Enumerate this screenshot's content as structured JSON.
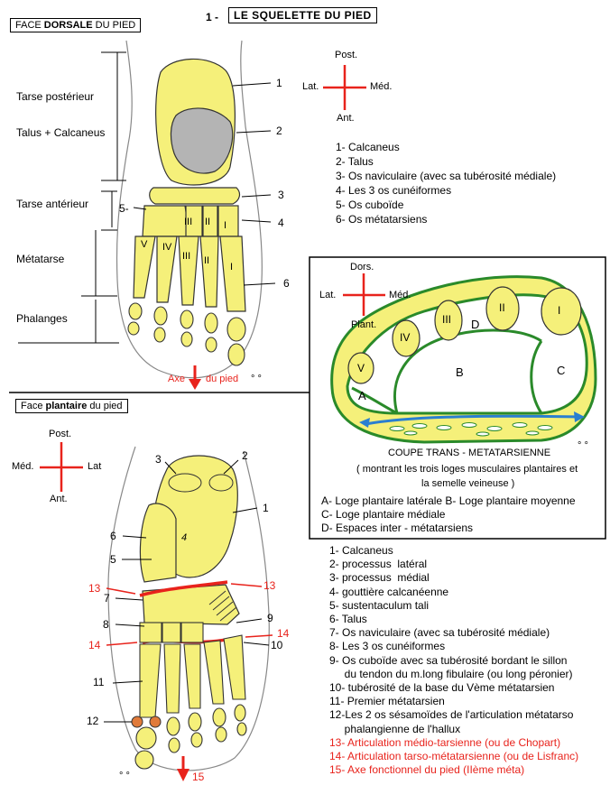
{
  "header": {
    "section_number": "1 -",
    "title": "LE SQUELETTE DU PIED"
  },
  "dorsal": {
    "label_prefix": "FACE ",
    "label_bold": "DORSALE",
    "label_suffix": " DU PIED",
    "regions": {
      "tarse_posterieur": "Tarse postérieur",
      "talus_calcaneus": "Talus + Calcaneus",
      "tarse_anterieur": "Tarse antérieur",
      "metatarse": "Métatarse",
      "phalanges": "Phalanges"
    },
    "numbers": [
      "1",
      "2",
      "3",
      "4",
      "5-",
      "6"
    ],
    "roman": [
      "V",
      "IV",
      "III",
      "II",
      "I",
      "III",
      "II",
      "I"
    ],
    "axis_left": "Axe",
    "axis_right": "du pied",
    "compass": {
      "top": "Post.",
      "left": "Lat.",
      "right": "Méd.",
      "bottom": "Ant."
    },
    "legend": [
      "1- Calcaneus",
      "2- Talus",
      "3- Os naviculaire (avec sa tubérosité médiale)",
      "4- Les 3 os cunéiformes",
      "5- Os cuboïde",
      "6- Os métatarsiens"
    ]
  },
  "section": {
    "compass": {
      "top": "Dors.",
      "left": "Lat.",
      "right": "Méd.",
      "bottom": "Plant."
    },
    "roman": [
      "I",
      "II",
      "III",
      "IV",
      "V"
    ],
    "letters": [
      "D",
      "B",
      "C",
      "A"
    ],
    "caption": "COUPE TRANS - METATARSIENNE",
    "caption_sub1": "( montrant les trois loges musculaires plantaires et",
    "caption_sub2": "la semelle veineuse )",
    "legend": [
      "A- Loge plantaire latérale  B- Loge plantaire moyenne",
      "C- Loge plantaire médiale",
      "D- Espaces inter - métatarsiens"
    ]
  },
  "plantar": {
    "label_prefix": "Face ",
    "label_bold": "plantaire",
    "label_suffix": " du pied",
    "compass": {
      "top": "Post.",
      "left": "Méd.",
      "right": "Lat",
      "bottom": "Ant."
    },
    "numbers": [
      "3",
      "2",
      "1",
      "6",
      "5",
      "4",
      "13",
      "13",
      "7",
      "9",
      "8",
      "14",
      "14",
      "10",
      "11",
      "12",
      "15"
    ],
    "legend": [
      {
        "text": "1- Calcaneus",
        "color": "#000000"
      },
      {
        "text": "2- processus  latéral",
        "color": "#000000"
      },
      {
        "text": "3- processus  médial",
        "color": "#000000"
      },
      {
        "text": "4- gouttière calcanéenne",
        "color": "#000000"
      },
      {
        "text": "5- sustentaculum tali",
        "color": "#000000"
      },
      {
        "text": "6- Talus",
        "color": "#000000"
      },
      {
        "text": "7- Os naviculaire (avec sa tubérosité médiale)",
        "color": "#000000"
      },
      {
        "text": "8- Les 3 os cunéiformes",
        "color": "#000000"
      },
      {
        "text": "9- Os cuboïde avec sa tubérosité bordant le sillon",
        "color": "#000000"
      },
      {
        "text": "     du tendon du m.long fibulaire (ou long péronier)",
        "color": "#000000"
      },
      {
        "text": "10- tubérosité de la base du Vème métatarsien",
        "color": "#000000"
      },
      {
        "text": "11- Premier métatarsien",
        "color": "#000000"
      },
      {
        "text": "12-Les 2 os sésamoïdes de l'articulation métatarso",
        "color": "#000000"
      },
      {
        "text": "     phalangienne de l'hallux",
        "color": "#000000"
      },
      {
        "text": "13- Articulation médio-tarsienne (ou de Chopart)",
        "color": "#e8231c"
      },
      {
        "text": "14- Articulation tarso-métatarsienne (ou de Lisfranc)",
        "color": "#e8231c"
      },
      {
        "text": "15- Axe fonctionnel du pied (IIème méta)",
        "color": "#e8231c"
      }
    ]
  },
  "colors": {
    "bone": "#f5f07a",
    "bone_stroke": "#333333",
    "talus_grey": "#b4b4b4",
    "accent_red": "#e8231c",
    "section_green": "#2a8a2a",
    "vein_blue": "#2a7fd0",
    "sesamoid_orange": "#e07a3a"
  },
  "corner_mark": "° °"
}
